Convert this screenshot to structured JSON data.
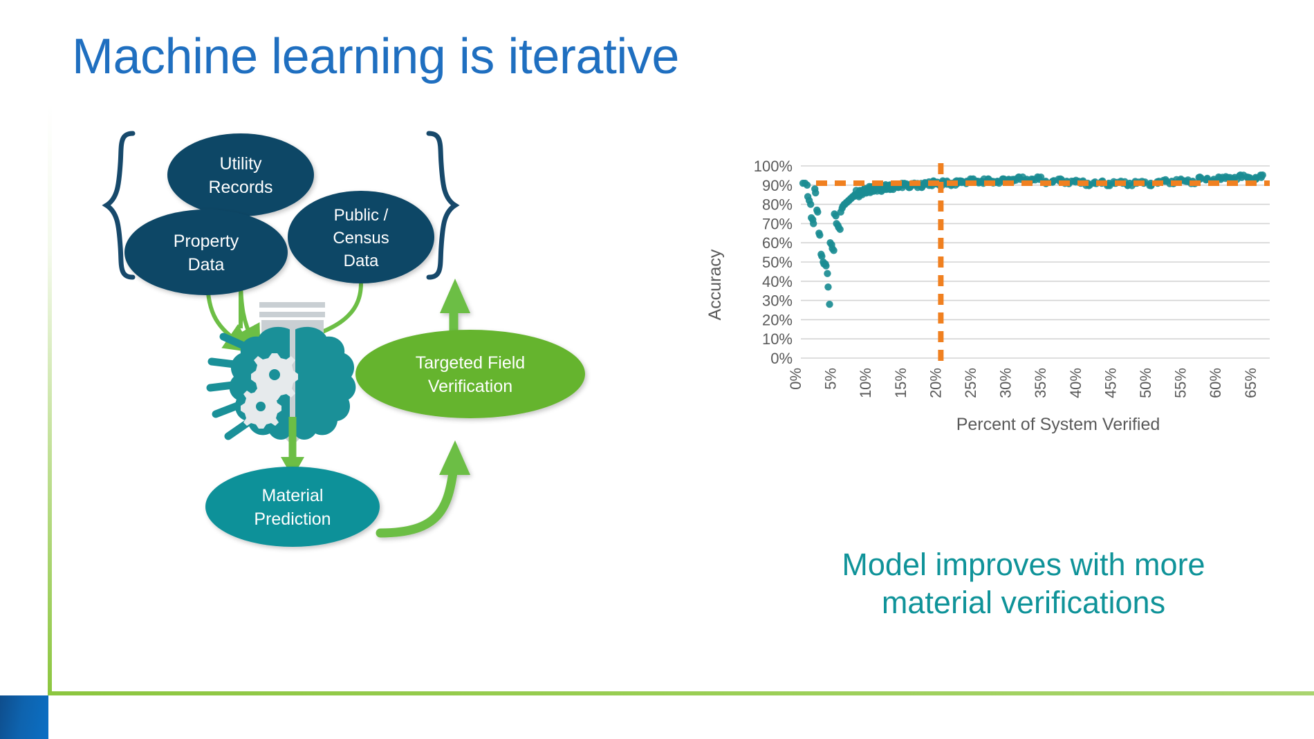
{
  "slide": {
    "title": "Machine learning is iterative",
    "title_color": "#1F6FC0",
    "background": "#FFFFFF",
    "accent_green": "#8CC63F",
    "accent_blue_block": "#0E63AE"
  },
  "diagram": {
    "name": "machine-learning-iteration-loop",
    "input_group_bracket": "{",
    "nodes": [
      {
        "id": "utility-records",
        "label_lines": [
          "Utility",
          "Records"
        ],
        "shape": "ellipse",
        "fill": "#0E4666",
        "text_color": "#FFFFFF"
      },
      {
        "id": "property-data",
        "label_lines": [
          "Property",
          "Data"
        ],
        "shape": "ellipse",
        "fill": "#0E4666",
        "text_color": "#FFFFFF"
      },
      {
        "id": "public-census-data",
        "label_lines": [
          "Public /",
          "Census",
          "Data"
        ],
        "shape": "ellipse",
        "fill": "#0E4666",
        "text_color": "#FFFFFF"
      },
      {
        "id": "ml-brain",
        "label_lines": [],
        "shape": "icon",
        "fill": "#0E9199",
        "text_color": "#FFFFFF"
      },
      {
        "id": "material-prediction",
        "label_lines": [
          "Material",
          "Prediction"
        ],
        "shape": "ellipse",
        "fill": "#0E9199",
        "text_color": "#FFFFFF"
      },
      {
        "id": "targeted-field-verification",
        "label_lines": [
          "Targeted Field",
          "Verification"
        ],
        "shape": "ellipse",
        "fill": "#65B42E",
        "text_color": "#FFFFFF"
      }
    ],
    "arrow_color": "#6CBE45",
    "icon_names": [
      "brain-icon",
      "gear-icon",
      "funnel-arrow-icon",
      "spark-lines-icon"
    ]
  },
  "chart_data": {
    "type": "scatter",
    "title": "",
    "xlabel": "Percent of System Verified",
    "ylabel": "Accuracy",
    "xlim": [
      0,
      67
    ],
    "ylim": [
      0,
      100
    ],
    "grid": true,
    "legend": "none",
    "x_tick_labels": [
      "0%",
      "5%",
      "10%",
      "15%",
      "20%",
      "25%",
      "30%",
      "35%",
      "40%",
      "45%",
      "50%",
      "55%",
      "60%",
      "65%"
    ],
    "x_tick_values": [
      0,
      5,
      10,
      15,
      20,
      25,
      30,
      35,
      40,
      45,
      50,
      55,
      60,
      65
    ],
    "y_tick_labels": [
      "0%",
      "10%",
      "20%",
      "30%",
      "40%",
      "50%",
      "60%",
      "70%",
      "80%",
      "90%",
      "100%"
    ],
    "y_tick_values": [
      0,
      10,
      20,
      30,
      40,
      50,
      60,
      70,
      80,
      90,
      100
    ],
    "point_color": "#1A8C93",
    "series": [
      {
        "name": "Model accuracy",
        "x": [
          0.3,
          0.6,
          0.9,
          1.0,
          1.2,
          1.4,
          1.5,
          1.7,
          1.8,
          2.0,
          2.1,
          2.3,
          2.4,
          2.6,
          2.7,
          2.9,
          3.0,
          3.2,
          3.3,
          3.5,
          3.6,
          3.8,
          3.9,
          4.1,
          4.2,
          4.4,
          4.5,
          4.7,
          4.8,
          5.0,
          5.1,
          5.3,
          5.4,
          5.6,
          5.7,
          5.9,
          6.0,
          6.2,
          6.3,
          6.5,
          6.6,
          6.8,
          6.9,
          7.1,
          7.2,
          7.4,
          7.5,
          7.7,
          7.8,
          8.0,
          8.2,
          8.4,
          8.6,
          8.8,
          9.0,
          9.2,
          9.4,
          9.6,
          9.8,
          10.0,
          10.3,
          10.6,
          10.9,
          11.2,
          11.5,
          11.8,
          12.1,
          12.4,
          12.7,
          13.0,
          13.4,
          13.8,
          14.2,
          14.6,
          15.0,
          15.5,
          16.0,
          16.5,
          17.0,
          17.5,
          18.0,
          18.5,
          19.0,
          19.5,
          20.0,
          20.6,
          21.2,
          21.8,
          22.4,
          23.0,
          23.7,
          24.4,
          25.1,
          25.8,
          26.5,
          27.3,
          28.1,
          28.9,
          29.7,
          30.5,
          31.4,
          32.3,
          33.2,
          34.1,
          35.0,
          36.0,
          37.0,
          38.0,
          39.0,
          40.0,
          41.0,
          42.0,
          43.0,
          44.0,
          45.0,
          46.0,
          47.0,
          48.0,
          49.0,
          50.0,
          51.0,
          52.0,
          53.0,
          54.0,
          55.0,
          56.0,
          57.0,
          58.0,
          59.0,
          60.0,
          61.0,
          62.0,
          63.0,
          64.0,
          65.0,
          65.8
        ],
        "y": [
          91,
          91,
          90,
          84,
          82,
          80,
          73,
          72,
          70,
          88,
          86,
          77,
          76,
          65,
          64,
          54,
          53,
          50,
          49,
          49,
          48,
          44,
          37,
          28,
          60,
          59,
          57,
          56,
          75,
          74,
          70,
          69,
          68,
          67,
          76,
          78,
          79,
          80,
          80,
          81,
          81,
          82,
          82,
          83,
          83,
          84,
          84,
          85,
          85,
          85,
          86,
          86,
          86,
          86,
          87,
          87,
          87,
          87,
          87,
          88,
          88,
          88,
          88,
          88,
          88,
          89,
          89,
          89,
          89,
          89,
          89,
          89,
          90,
          90,
          90,
          90,
          90,
          90,
          90,
          90,
          91,
          91,
          91,
          91,
          91,
          91,
          91,
          91,
          91,
          92,
          92,
          92,
          92,
          92,
          92,
          92,
          92,
          92,
          93,
          93,
          93,
          93,
          93,
          93,
          92,
          92,
          92,
          92,
          92,
          91,
          91,
          91,
          91,
          91,
          91,
          91,
          91,
          91,
          91,
          91,
          91,
          92,
          92,
          92,
          92,
          92,
          93,
          93,
          93,
          93,
          94,
          94,
          94,
          94,
          94,
          94
        ]
      }
    ],
    "reference_lines": [
      {
        "name": "accuracy-threshold-line",
        "orientation": "horizontal",
        "value": 91,
        "color": "#F08020",
        "style": "dashed"
      },
      {
        "name": "verification-target-line",
        "orientation": "vertical",
        "value": 20,
        "color": "#F08020",
        "style": "dashed"
      }
    ]
  },
  "caption": {
    "line1": "Model improves with more",
    "line2": "material verifications",
    "color": "#0F9399"
  }
}
